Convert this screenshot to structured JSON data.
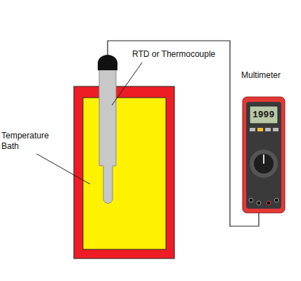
{
  "diagram": {
    "labels": [
      "RTD or Thermocouple",
      "Temperature Bath",
      "Multimeter",
      "1999"
    ]
  }
}
